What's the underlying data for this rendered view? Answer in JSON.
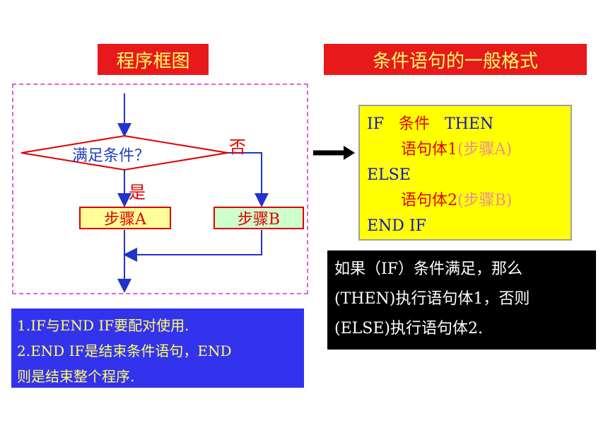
{
  "titles": {
    "flowchart": "程序框图",
    "syntax": "条件语句的一般格式"
  },
  "flowchart": {
    "condition": "满足条件？",
    "yes": "是",
    "no": "否",
    "step_a": "步骤A",
    "step_b": "步骤B"
  },
  "code": {
    "line1_kw1": "IF",
    "line1_cond": "条件",
    "line1_kw2": "THEN",
    "line2_body": "语句体1",
    "line2_hint": "(步骤A)",
    "line3": "ELSE",
    "line4_body": "语句体2",
    "line4_hint": "(步骤B)",
    "line5": "END IF"
  },
  "notes": {
    "blue_1": "1.IF与END IF要配对使用.",
    "blue_2": "2.END IF是结束条件语句，END",
    "blue_3": "则是结束整个程序.",
    "black_1": "如果（IF）条件满足，那么",
    "black_2": "(THEN)执行语句体1，否则",
    "black_3": "(ELSE)执行语句体2."
  },
  "colors": {
    "title_bg": "#e8191b",
    "title_text": "#ffff66",
    "flow_line": "#2233cc",
    "code_bg": "#ffff00"
  }
}
